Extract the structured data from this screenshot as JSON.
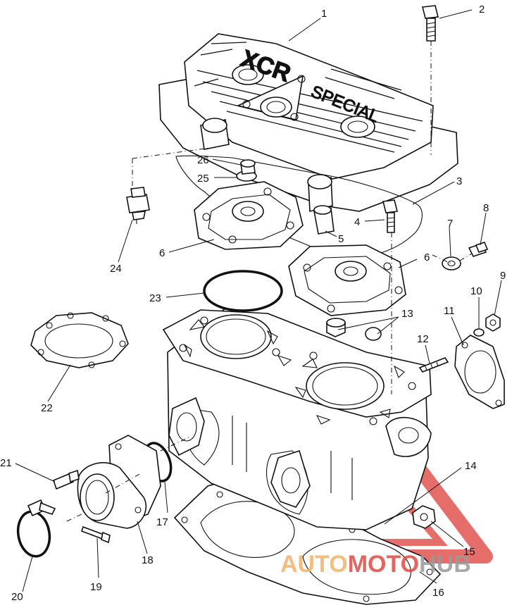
{
  "diagram": {
    "callouts": [
      "1",
      "2",
      "3",
      "4",
      "5",
      "6",
      "6",
      "7",
      "8",
      "9",
      "10",
      "11",
      "12",
      "13",
      "14",
      "15",
      "16",
      "17",
      "18",
      "19",
      "20",
      "21",
      "22",
      "23",
      "24",
      "25",
      "26"
    ],
    "head_cast_text": [
      "XCR",
      "SPECIAL"
    ],
    "colors": {
      "line": "#111111",
      "background": "#ffffff",
      "watermark_red": "#e04a45",
      "watermark_orange": "#f3b26a",
      "watermark_gray": "#9a9a9a"
    }
  },
  "watermark": {
    "part1": "AUTO",
    "part2": "MOTO",
    "part3": "HUB"
  }
}
